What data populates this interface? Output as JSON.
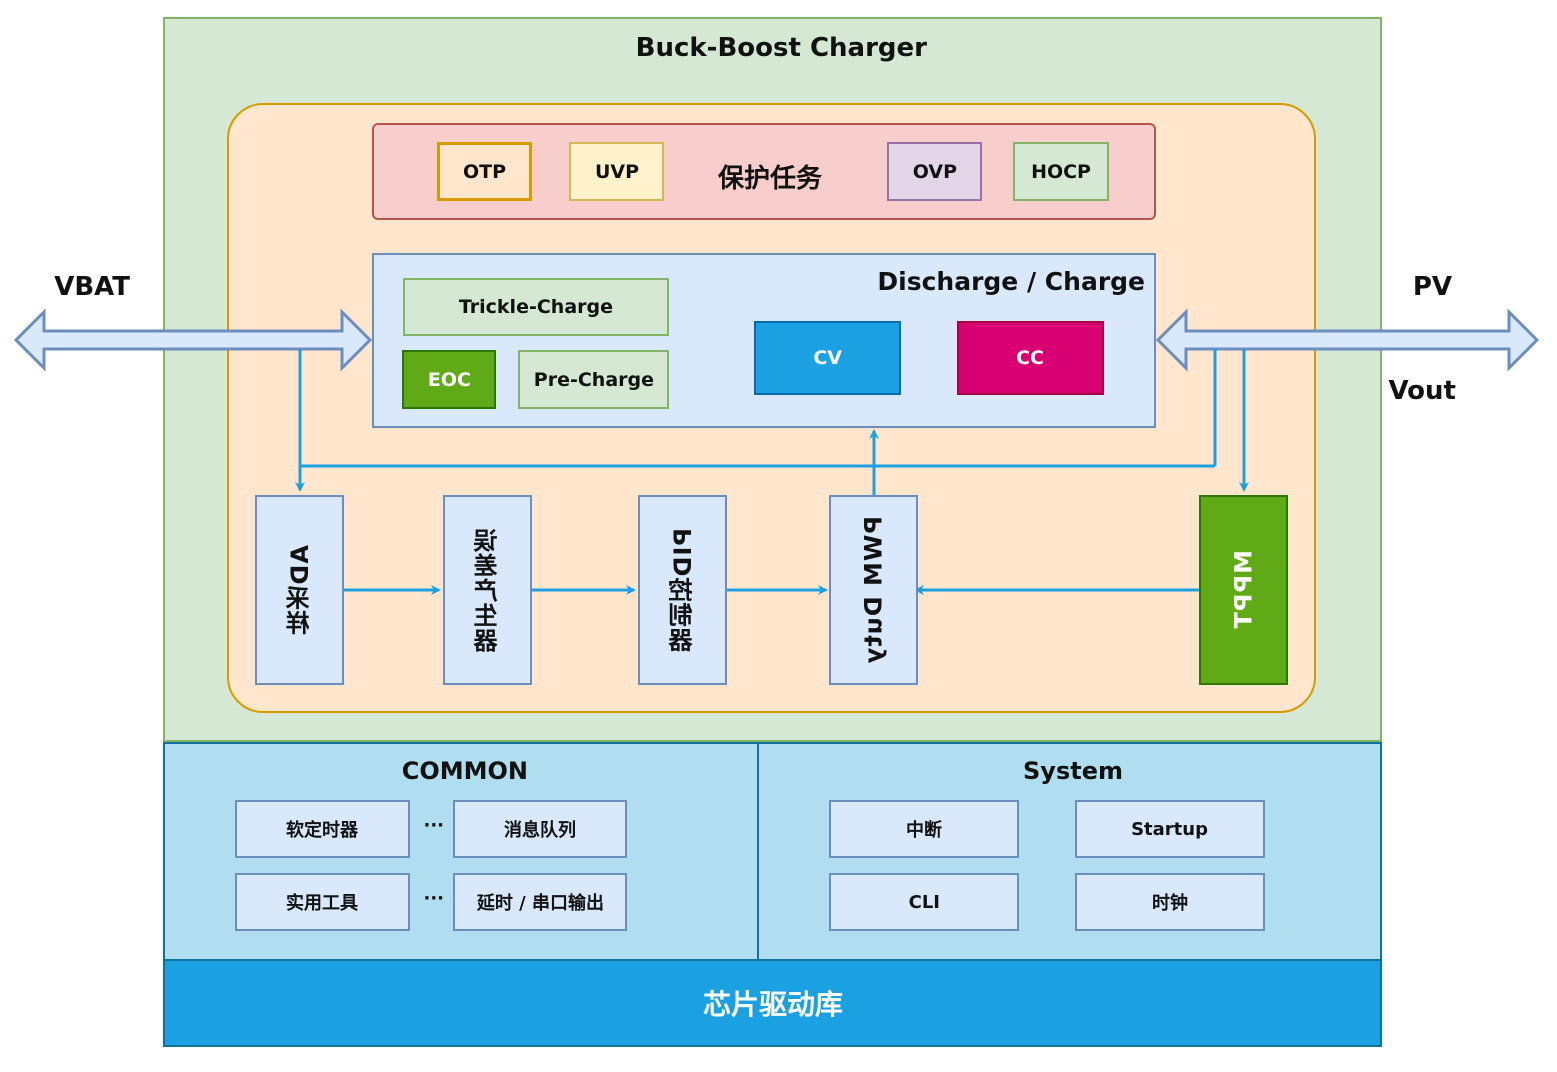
{
  "outer": {
    "title": "Buck-Boost Charger"
  },
  "protection": {
    "title": "保护任务",
    "items": [
      "HOCP",
      "OVP",
      "UVP",
      "OTP"
    ]
  },
  "charge": {
    "title": "Discharge / Charge",
    "modes": [
      "CC",
      "CV"
    ],
    "trickle": "Trickle-Charge",
    "precharge": "Pre-Charge",
    "eoc": "EOC"
  },
  "pipeline": {
    "adc": "AD采样",
    "error": "误差产生器",
    "pid": "PID控制器",
    "pwm": "PWM Duty",
    "mppt": "MPPT"
  },
  "ports": {
    "left": "VBAT",
    "right_top": "PV",
    "right_bottom": "Vout"
  },
  "system": {
    "title": "System",
    "items": [
      "Startup",
      "中断",
      "时钟",
      "CLI"
    ]
  },
  "common": {
    "title": "COMMON",
    "items": [
      "消息队列",
      "软定时器",
      "延时 / 串口输出",
      "实用工具"
    ],
    "ellipsis": "···"
  },
  "driver": {
    "title": "芯片驱动库"
  },
  "colors": {
    "outer_green": "#d5e8d4",
    "orange_panel": "#ffe6cc",
    "red_panel": "#f8cecc",
    "blue_panel": "#dae8fc",
    "cc": "#d80073",
    "cv": "#1ba1e2",
    "mppt": "#60a917",
    "lower_blue": "#b1ddf0",
    "driver": "#1ba1e2",
    "wire": "#1ba1e2"
  }
}
